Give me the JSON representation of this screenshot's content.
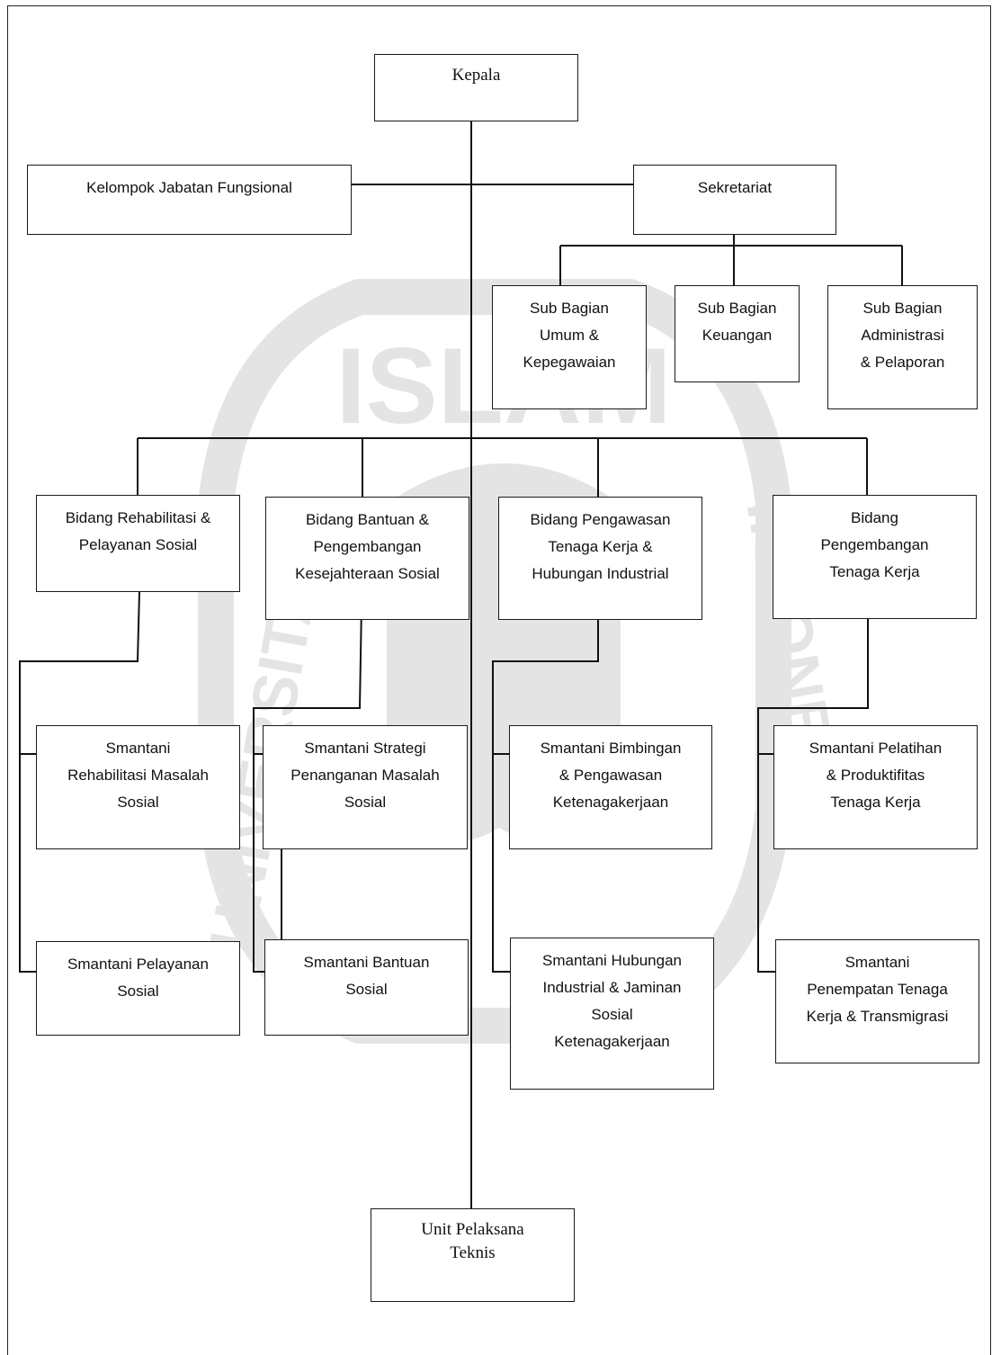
{
  "diagram": {
    "head": "Kepala",
    "functional_group": "Kelompok Jabatan Fungsional",
    "secretariat": "Sekretariat",
    "sub_sections": [
      "Sub Bagian\nUmum &\nKepegawaian",
      "Sub Bagian\nKeuangan",
      "Sub Bagian\nAdministrasi\n& Pelaporan"
    ],
    "divisions": [
      "Bidang Rehabilitasi &\nPelayanan Sosial",
      "Bidang Bantuan &\nPengembangan\nKesejahteraan Sosial",
      "Bidang Pengawasan\nTenaga Kerja &\nHubungan Industrial",
      "Bidang\nPengembangan\nTenaga Kerja"
    ],
    "units_row1": [
      "Smantani\nRehabilitasi Masalah\nSosial",
      "Smantani Strategi\nPenanganan Masalah\nSosial",
      "Smantani Bimbingan\n& Pengawasan\nKetenagakerjaan",
      "Smantani Pelatihan\n& Produktifitas\nTenaga Kerja"
    ],
    "units_row2": [
      "Smantani Pelayanan\nSosial",
      "Smantani Bantuan\nSosial",
      "Smantani Hubungan\nIndustrial & Jaminan\nSosial\nKetenagakerjaan",
      "Smantani\nPenempatan Tenaga\nKerja & Transmigrasi"
    ],
    "technical_unit": "Unit Pelaksana\nTeknis"
  },
  "watermark": {
    "text_top": "ISLAM",
    "text_right": "INDONESIA",
    "text_left": "UNIVERSITAS"
  }
}
